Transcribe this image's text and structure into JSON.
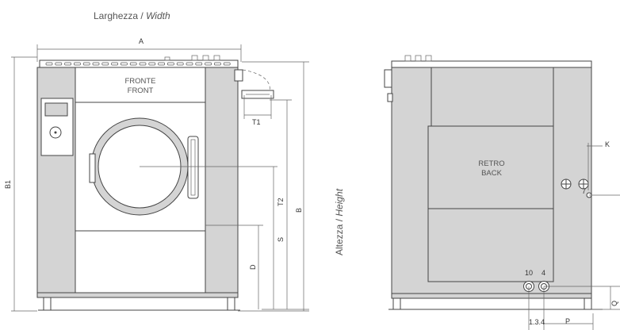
{
  "width_title": {
    "it": "Larghezza",
    "sep": " / ",
    "en": "Width"
  },
  "height_title": {
    "it": "Altezza",
    "sep": " / ",
    "en": "Height"
  },
  "front_panel": {
    "line1": "FRONTE",
    "line2": "FRONT"
  },
  "back_panel": {
    "line1": "RETRO",
    "line2": "BACK"
  },
  "dimensions": {
    "A": "A",
    "B": "B",
    "B1": "B1",
    "T1": "T1",
    "T2": "T2",
    "S": "S",
    "D": "D",
    "K": "K",
    "P": "P",
    "Q": "Q"
  },
  "connections": {
    "c7": "7",
    "c10": "10",
    "c4": "4",
    "c134": "1.3.4"
  }
}
